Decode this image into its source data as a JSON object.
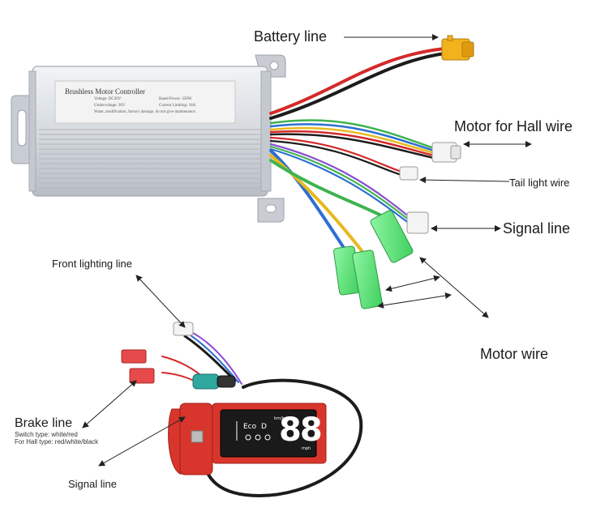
{
  "labels": {
    "battery_line": "Battery line",
    "motor_hall_wire": "Motor for Hall wire",
    "tail_light_wire": "Tail light wire",
    "signal_line_right": "Signal line",
    "front_lighting_line": "Front lighting line",
    "motor_wire": "Motor wire",
    "brake_line": "Brake line",
    "brake_switch_type": "Switch type: white/red",
    "brake_hall_type": "For Hall type: red/white/black",
    "signal_line_left": "Signal line"
  },
  "controller": {
    "title": "Brushless Motor Controller",
    "spec_voltage": "Voltage: DC36V",
    "spec_rated_power": "Rated Power: 350W",
    "spec_undervoltage": "Undervoltage: 30V",
    "spec_current_limiting": "Current Limiting: 18A",
    "spec_warning": "Water, modification, factory damage, do not give maintenance."
  },
  "display": {
    "speed_digits": "88",
    "mode": "Eco",
    "gear": "D",
    "unit_top": "km/h",
    "unit_bottom": "mph"
  },
  "colors": {
    "housing": "#d9dde2",
    "label_plate": "#f3f3f3",
    "connector_green": "#5fe07a",
    "connector_yellow": "#f2b21c",
    "display_red": "#d8362c",
    "display_screen": "#1a1a1a",
    "wire_red": "#d42a2a",
    "wire_blue": "#2d6fd0",
    "wire_yellow": "#e8b81e",
    "wire_green": "#3fb34f",
    "wire_black": "#1c1c1c",
    "arrow": "#222222"
  }
}
